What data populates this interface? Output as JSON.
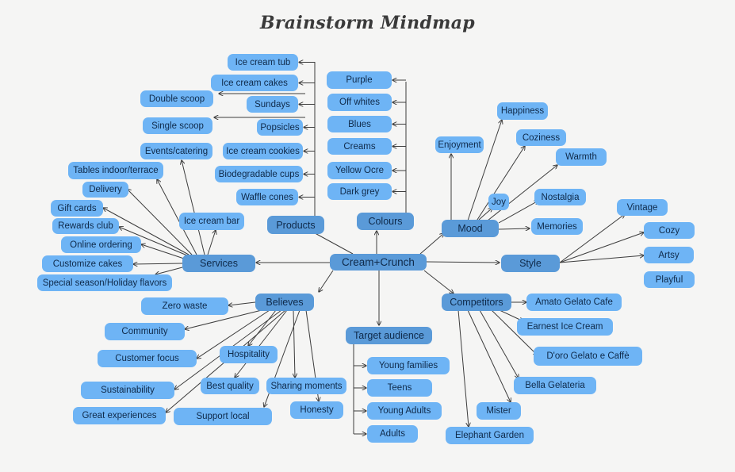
{
  "title": "Brainstorm Mindmap",
  "colors": {
    "background": "#f5f5f4",
    "leaf": "#6eb4f5",
    "category": "#5a9ad8",
    "line": "#3d3d3d"
  },
  "center": "Cream+Crunch",
  "categories": {
    "products": "Products",
    "colours": "Colours",
    "mood": "Mood",
    "style": "Style",
    "services": "Services",
    "believes": "Believes",
    "target": "Target audience",
    "competitors": "Competitors"
  },
  "products": [
    "Ice cream tub",
    "Ice cream cakes",
    "Sundays",
    "Popsicles",
    "Ice cream cookies",
    "Biodegradable cups",
    "Waffle cones"
  ],
  "colours": [
    "Purple",
    "Off whites",
    "Blues",
    "Creams",
    "Yellow Ocre",
    "Dark grey"
  ],
  "mood": [
    "Enjoyment",
    "Happiness",
    "Coziness",
    "Warmth",
    "Joy",
    "Nostalgia",
    "Memories"
  ],
  "style": [
    "Vintage",
    "Cozy",
    "Artsy",
    "Playful"
  ],
  "services": [
    "Double scoop",
    "Single scoop",
    "Events/catering",
    "Tables indoor/terrace",
    "Delivery",
    "Gift cards",
    "Rewards club",
    "Online ordering",
    "Customize cakes",
    "Special season/Holiday flavors",
    "Ice cream bar"
  ],
  "believes": [
    "Zero waste",
    "Community",
    "Customer focus",
    "Hospitality",
    "Sustainability",
    "Best quality",
    "Sharing moments",
    "Great experiences",
    "Support local",
    "Honesty"
  ],
  "target": [
    "Young families",
    "Teens",
    "Young Adults",
    "Adults"
  ],
  "competitors": [
    "Amato Gelato Cafe",
    "Earnest Ice Cream",
    "D'oro Gelato e Caffè",
    "Bella Gelateria",
    "Mister",
    "Elephant Garden"
  ]
}
